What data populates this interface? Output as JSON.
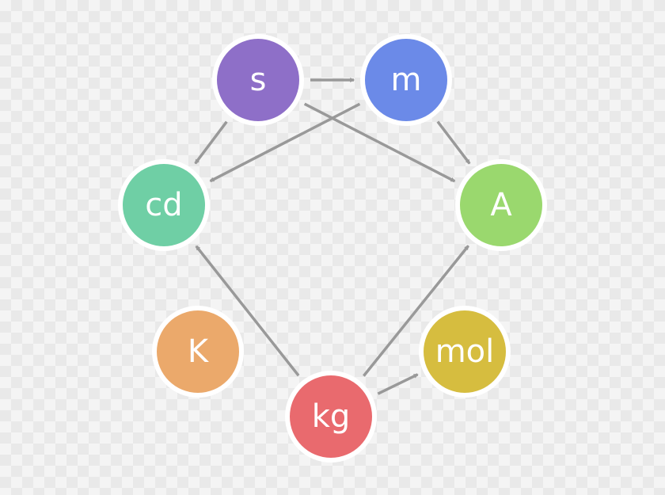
{
  "diagram": {
    "nodes": [
      {
        "id": "s",
        "label": "s",
        "color": "#8e6fc8"
      },
      {
        "id": "m",
        "label": "m",
        "color": "#6b8ae8"
      },
      {
        "id": "cd",
        "label": "cd",
        "color": "#6fcfa5"
      },
      {
        "id": "A",
        "label": "A",
        "color": "#9ad86e"
      },
      {
        "id": "K",
        "label": "K",
        "color": "#eba96b"
      },
      {
        "id": "mol",
        "label": "mol",
        "color": "#d6bd3f"
      },
      {
        "id": "kg",
        "label": "kg",
        "color": "#e96a6e"
      }
    ],
    "edges": [
      {
        "from": "s",
        "to": "m"
      },
      {
        "from": "s",
        "to": "cd"
      },
      {
        "from": "s",
        "to": "A"
      },
      {
        "from": "m",
        "to": "cd"
      },
      {
        "from": "m",
        "to": "A"
      },
      {
        "from": "kg",
        "to": "cd"
      },
      {
        "from": "kg",
        "to": "A"
      },
      {
        "from": "kg",
        "to": "mol"
      }
    ],
    "edge_color": "#999999"
  }
}
